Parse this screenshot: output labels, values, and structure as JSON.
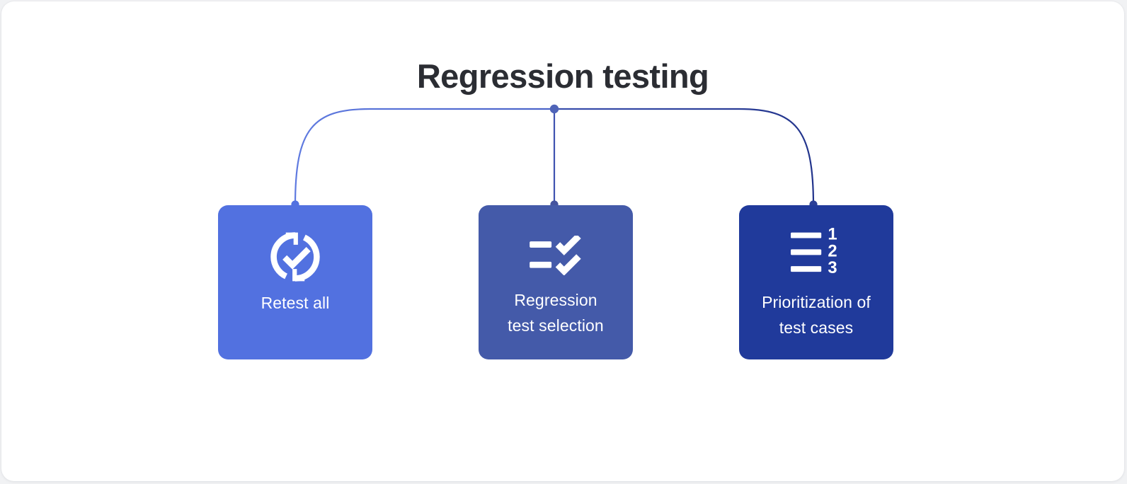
{
  "diagram": {
    "title": "Regression testing",
    "title_color": "#2b2d33",
    "background_color": "#ffffff",
    "page_background_color": "#f1f2f4",
    "connector": {
      "line_color_left": "#5f7ae0",
      "line_color_right": "#22348c",
      "node_color": "#4f64b8",
      "hub_label": "regression-testing-hub"
    },
    "cards": [
      {
        "id": "retest-all",
        "icon": "refresh-check-icon",
        "label_line1": "Retest all",
        "label_line2": "",
        "color": "#5271e0",
        "dot_color": "#5271e0"
      },
      {
        "id": "regression-test-selection",
        "icon": "checklist-icon",
        "label_line1": "Regression",
        "label_line2": "test selection",
        "color": "#445aa9",
        "dot_color": "#44539e"
      },
      {
        "id": "prioritization-of-test-cases",
        "icon": "numbered-list-icon",
        "label_line1": "Prioritization of",
        "label_line2": "test cases",
        "color": "#203a9b",
        "dot_color": "#2a3f97"
      }
    ]
  }
}
